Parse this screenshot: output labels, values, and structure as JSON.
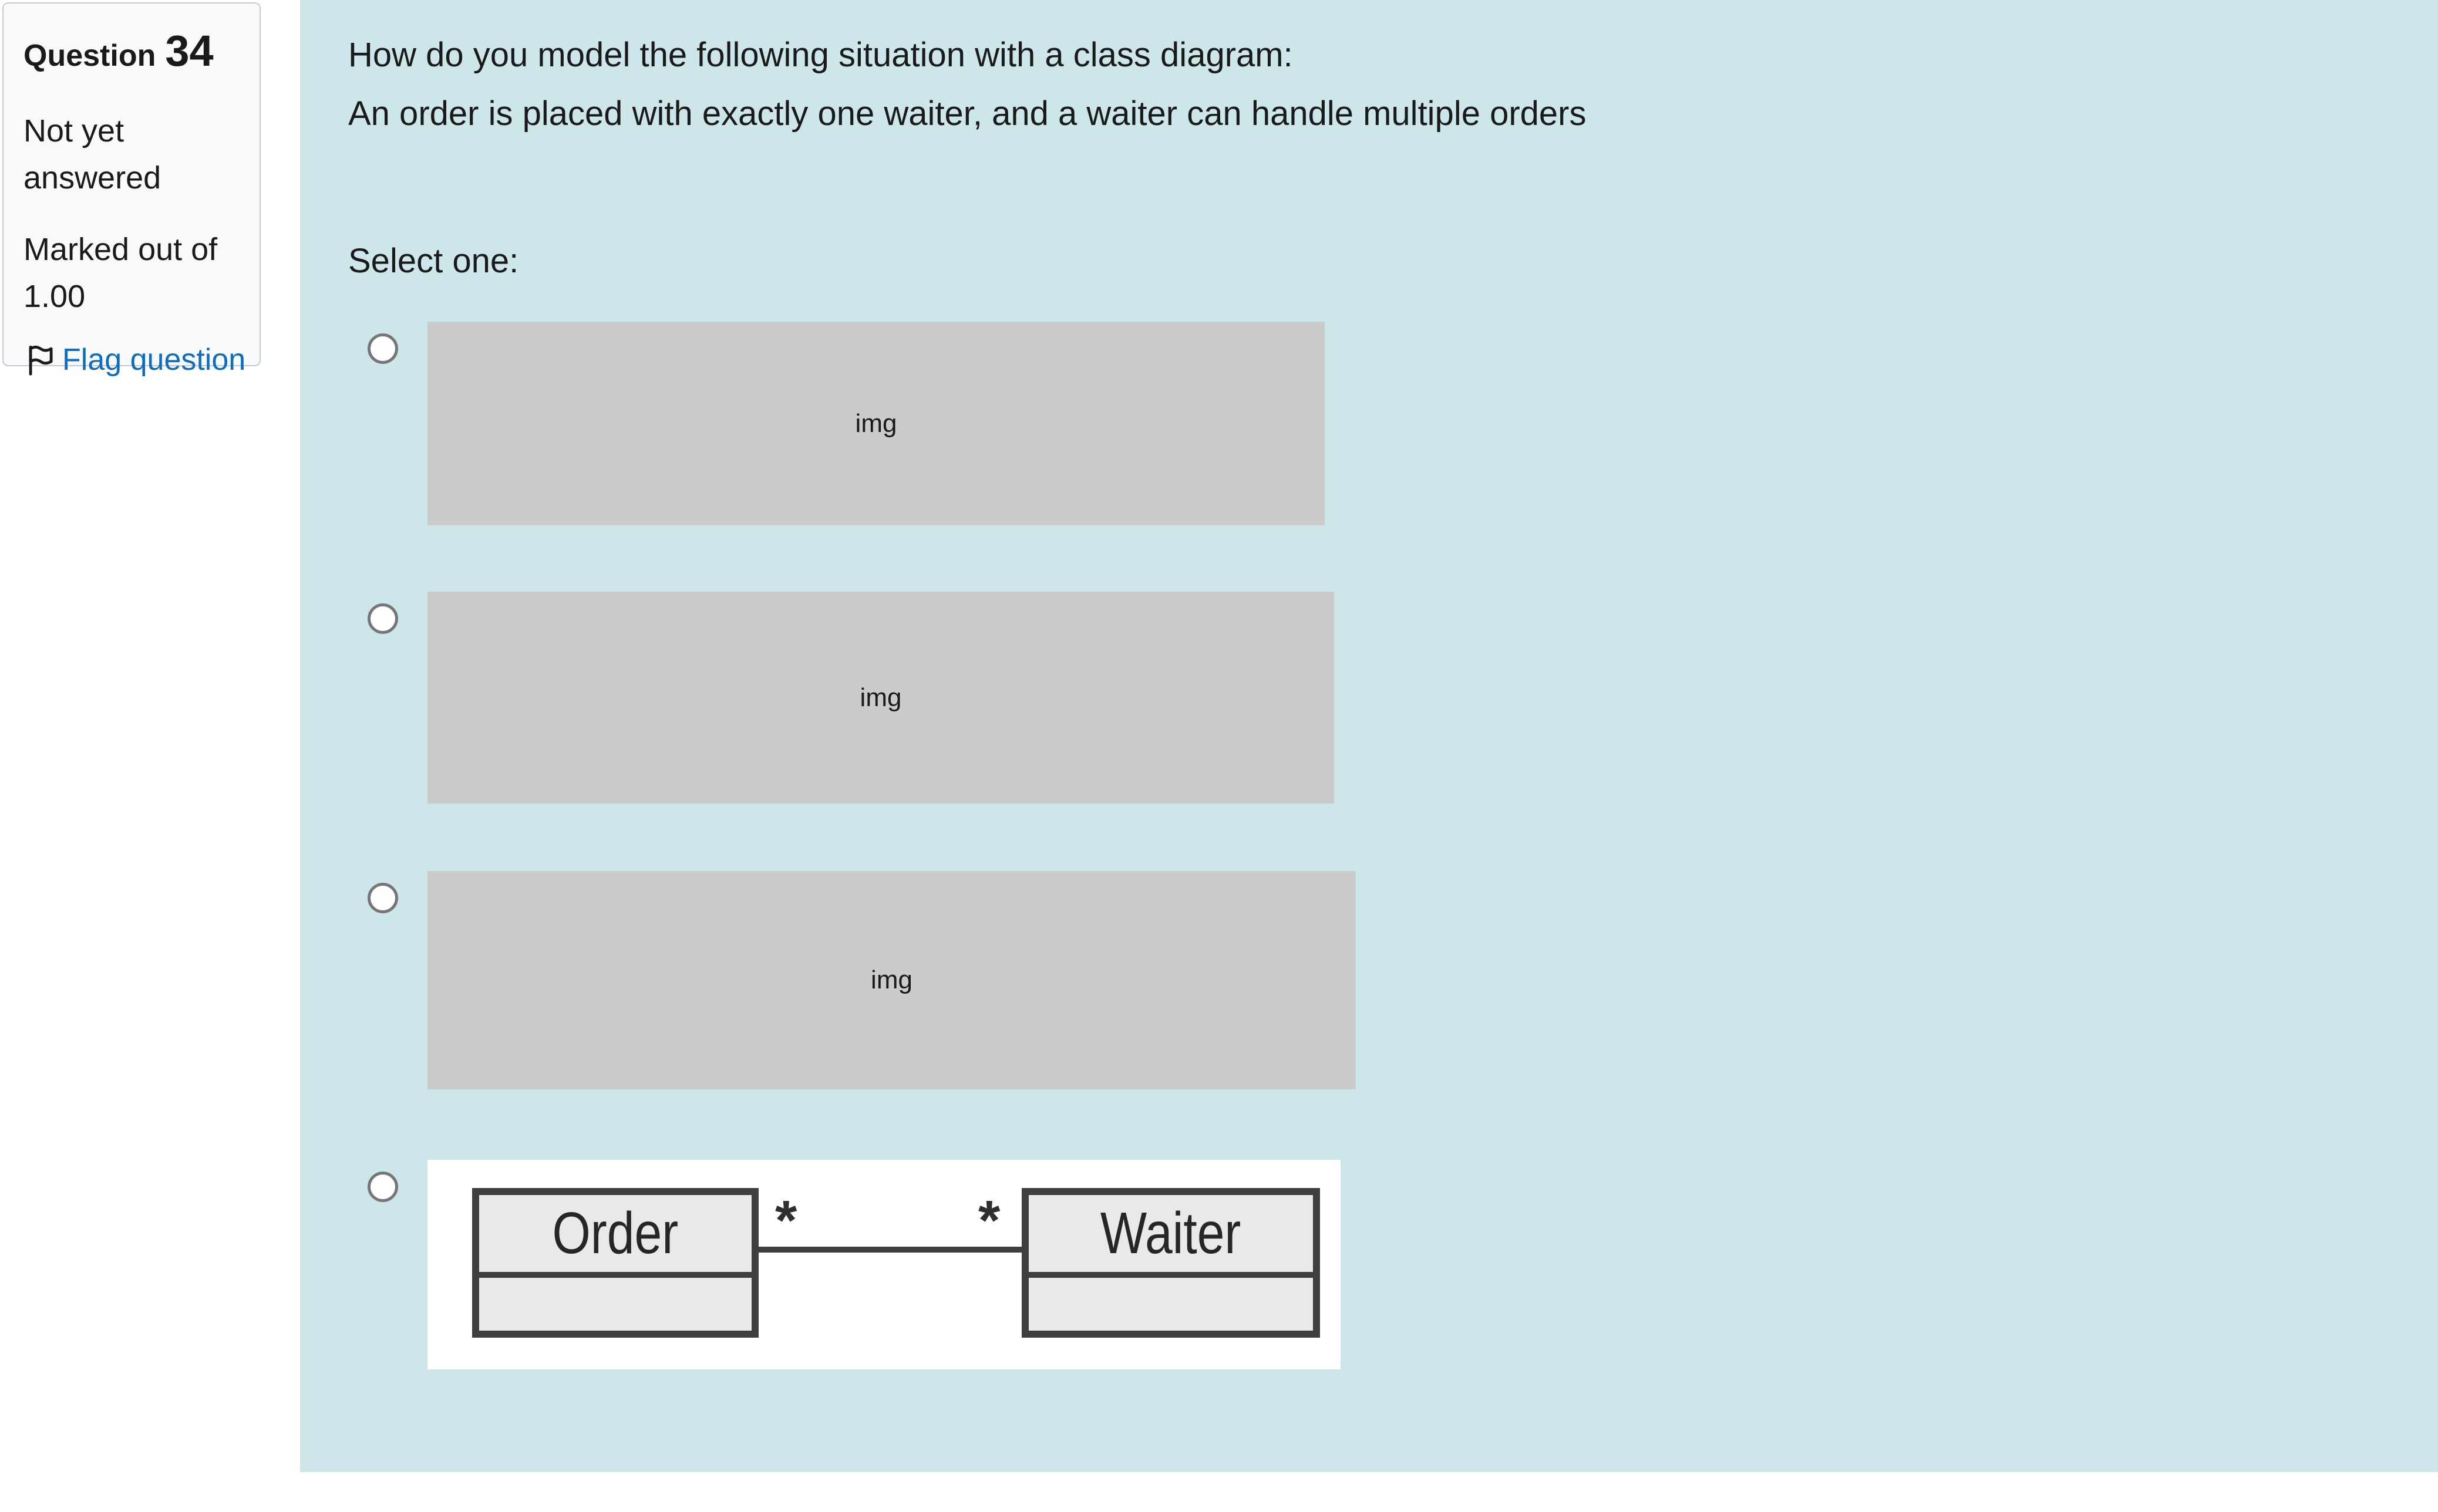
{
  "sidebar": {
    "question_label": "Question",
    "question_number": "34",
    "status": "Not yet answered",
    "marked": "Marked out of 1.00",
    "flag_label": "Flag question"
  },
  "question": {
    "text_line1": "How do you model the following situation with a class diagram:",
    "text_line2": "An order is placed with exactly one waiter, and a waiter can handle multiple orders",
    "select_prompt": "Select one:"
  },
  "options": [
    {
      "kind": "image-placeholder",
      "alt": "img"
    },
    {
      "kind": "image-placeholder",
      "alt": "img"
    },
    {
      "kind": "image-placeholder",
      "alt": "img"
    },
    {
      "kind": "uml-class-diagram",
      "left_class": "Order",
      "right_class": "Waiter",
      "left_multiplicity": "*",
      "right_multiplicity": "*"
    }
  ],
  "colors": {
    "panel-bg": "#cde6e9",
    "placeholder-bg": "#cbcbcb",
    "sidebar-bg": "#f8f9fa",
    "sidebar-border": "#c3cbd1",
    "link": "#0f6cbf",
    "text": "#1a1a1a",
    "diagram-border": "#3f3f3f",
    "diagram-fill": "#e9e9e9",
    "radio-border": "#767676"
  }
}
